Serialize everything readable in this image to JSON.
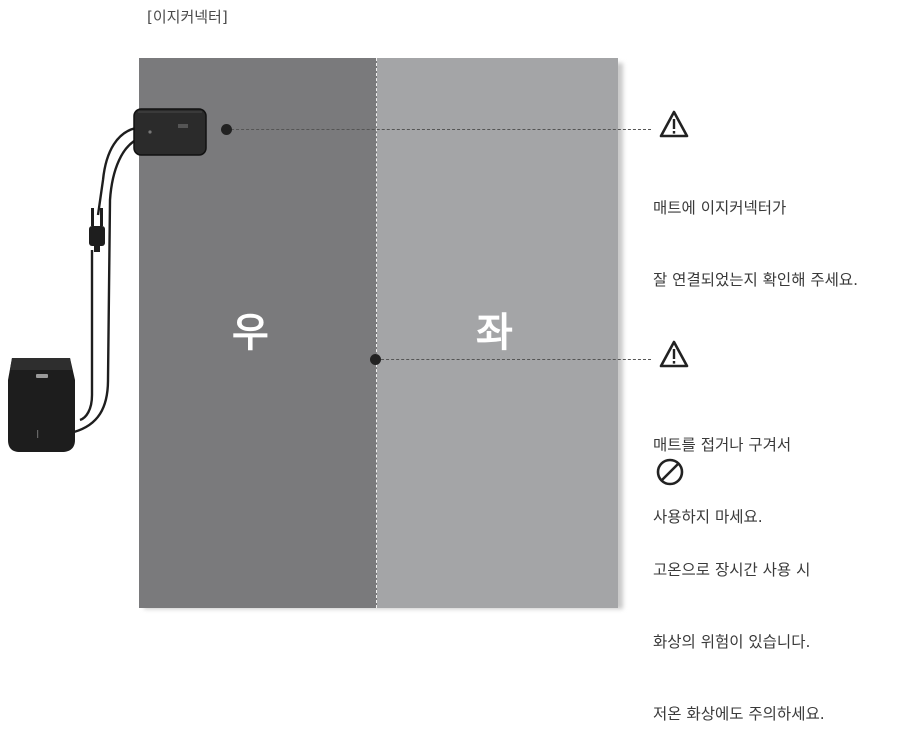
{
  "header": {
    "title": "[이지커넥터]"
  },
  "mat": {
    "right_label": "우",
    "left_label": "좌",
    "right_color": "#7a7a7c",
    "left_color": "#a4a5a7"
  },
  "callouts": [
    {
      "icon": "warning-icon",
      "lines": [
        "매트에 이지커넥터가",
        "잘 연결되었는지 확인해 주세요."
      ]
    },
    {
      "icon": "warning-icon",
      "lines": [
        "매트를 접거나 구겨서",
        "사용하지 마세요."
      ]
    },
    {
      "icon": "prohibited-icon",
      "lines": [
        "고온으로 장시간 사용 시",
        "화상의 위험이 있습니다.",
        "저온 화상에도 주의하세요."
      ]
    }
  ],
  "device": {
    "connector_icon": "connector-icon",
    "plug_icon": "plug-icon",
    "controller_icon": "controller-unit-icon"
  }
}
